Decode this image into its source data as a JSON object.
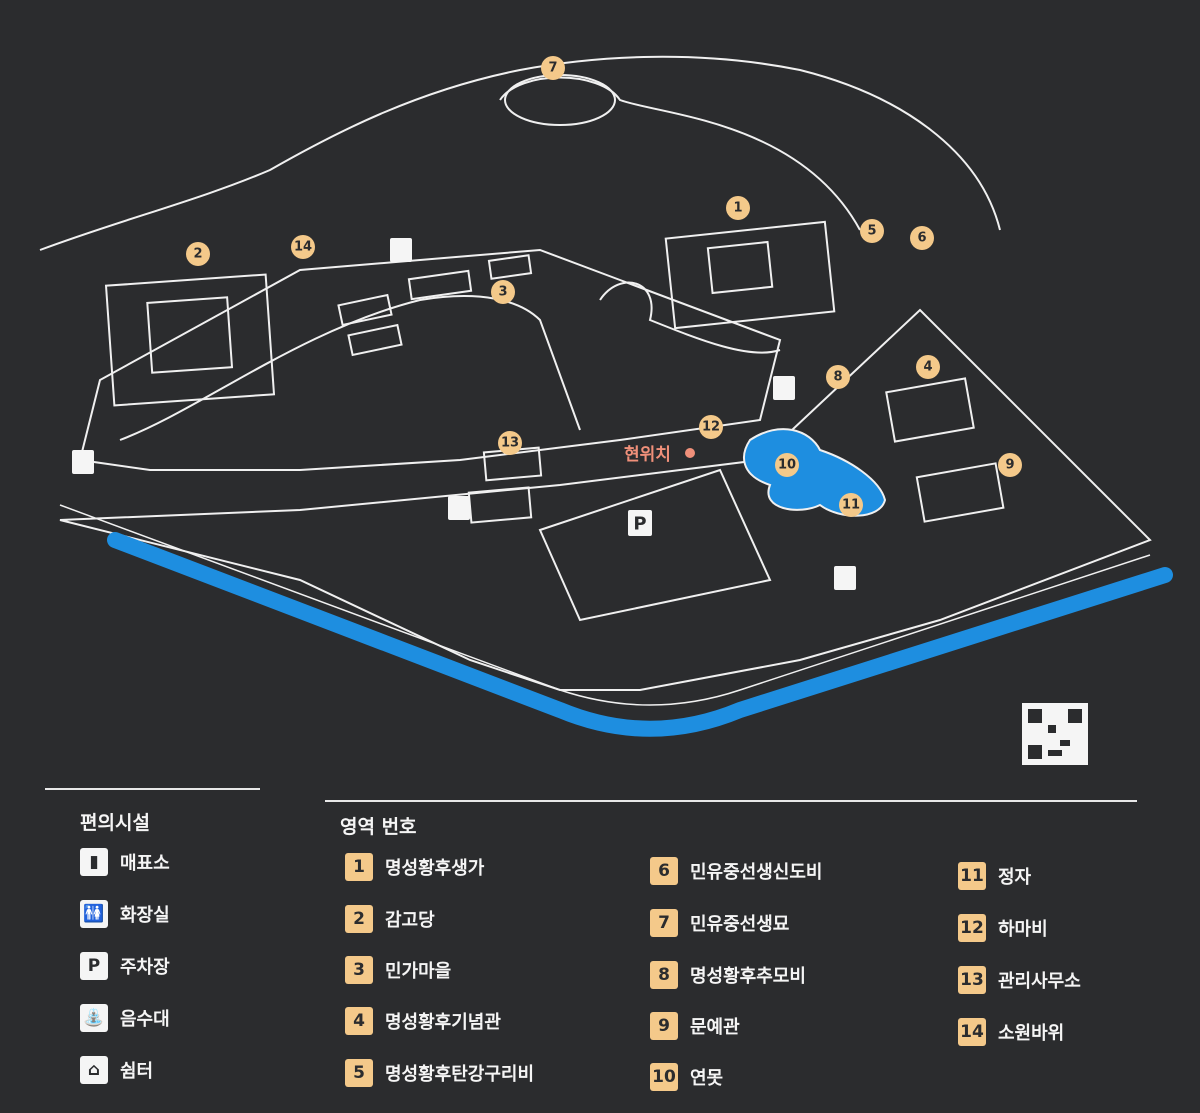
{
  "map": {
    "current_location": "현위치",
    "markers": [
      "1",
      "2",
      "3",
      "4",
      "5",
      "6",
      "7",
      "8",
      "9",
      "10",
      "11",
      "12",
      "13",
      "14"
    ],
    "parking_symbol": "P",
    "colors": {
      "marker": "#f4c98a",
      "road": "#1e8ee0",
      "background": "#2b2c2e",
      "current_location": "#f0907a"
    }
  },
  "legend": {
    "facilities_title": "편의시설",
    "facilities": [
      {
        "icon": "ticket-booth-icon",
        "label": "매표소"
      },
      {
        "icon": "restroom-icon",
        "label": "화장실"
      },
      {
        "icon": "parking-icon",
        "label": "주차장",
        "symbol": "P"
      },
      {
        "icon": "drinking-fountain-icon",
        "label": "음수대"
      },
      {
        "icon": "shelter-icon",
        "label": "쉼터"
      }
    ],
    "zones_title": "영역 번호",
    "zones": [
      {
        "num": "1",
        "label": "명성황후생가"
      },
      {
        "num": "2",
        "label": "감고당"
      },
      {
        "num": "3",
        "label": "민가마을"
      },
      {
        "num": "4",
        "label": "명성황후기념관"
      },
      {
        "num": "5",
        "label": "명성황후탄강구리비"
      },
      {
        "num": "6",
        "label": "민유중선생신도비"
      },
      {
        "num": "7",
        "label": "민유중선생묘"
      },
      {
        "num": "8",
        "label": "명성황후추모비"
      },
      {
        "num": "9",
        "label": "문예관"
      },
      {
        "num": "10",
        "label": "연못"
      },
      {
        "num": "11",
        "label": "정자"
      },
      {
        "num": "12",
        "label": "하마비"
      },
      {
        "num": "13",
        "label": "관리사무소"
      },
      {
        "num": "14",
        "label": "소원바위"
      }
    ]
  }
}
